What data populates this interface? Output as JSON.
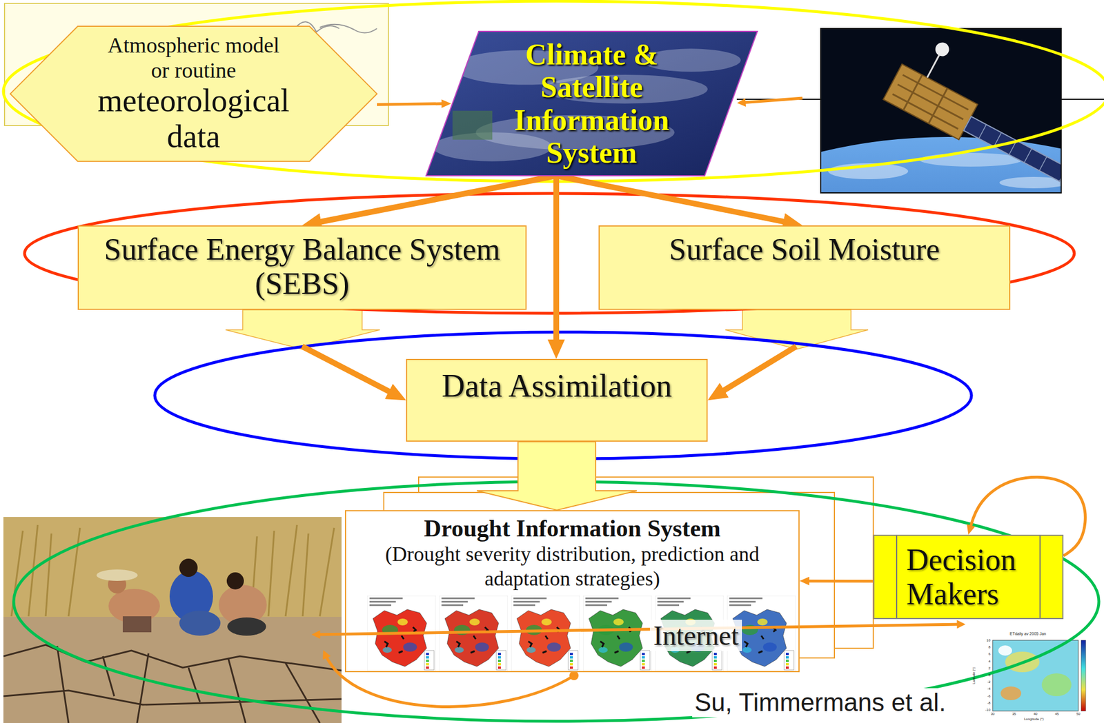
{
  "diagram": {
    "nodes": [
      {
        "text": [
          "Atmospheric model or routine",
          "meteorological data"
        ]
      },
      {
        "text": [
          "Climate & Satellite Information System"
        ]
      },
      {
        "text": [
          "Surface Energy Balance System (SEBS)"
        ]
      },
      {
        "text": [
          "Surface Soil Moisture"
        ]
      },
      {
        "text": [
          "Data Assimilation"
        ]
      },
      {
        "text": [
          "Drought Information System",
          "(Drought severity distribution, prediction and adaptation strategies)"
        ]
      },
      {
        "text": [
          "Decision Makers"
        ]
      }
    ],
    "edges": [
      {
        "from": 0,
        "to": 1,
        "arrow": "to"
      },
      {
        "from": 1,
        "to": 2,
        "arrow": "to"
      },
      {
        "from": 1,
        "to": 3,
        "arrow": "to"
      },
      {
        "from": 1,
        "to": 4,
        "arrow": "to"
      },
      {
        "from": 2,
        "to": 4,
        "arrow": "to"
      },
      {
        "from": 3,
        "to": 4,
        "arrow": "to"
      },
      {
        "from": 4,
        "to": 5,
        "arrow": "to"
      },
      {
        "from": 6,
        "to": 5,
        "arrow": "to"
      },
      {
        "from": 6,
        "to": 6,
        "arrow": "to"
      }
    ],
    "labels": [
      "Internet",
      "Su, Timmermans et al.",
      "ETdaily av 2005 Jan",
      "Latitude (°)",
      "Longitude (°)",
      "10",
      "8",
      "6",
      "4",
      "2",
      "0",
      "-2",
      "-4",
      "-6",
      "-8",
      "-10",
      "30",
      "35",
      "40",
      "45",
      "50"
    ]
  }
}
